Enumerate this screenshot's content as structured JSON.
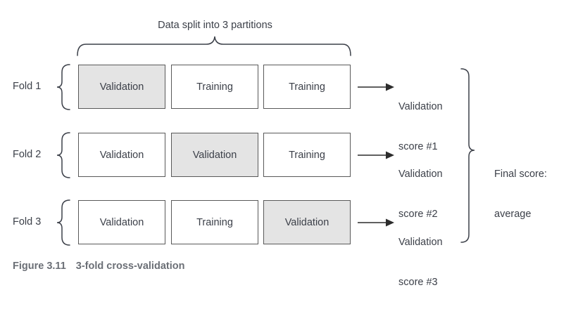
{
  "figure": {
    "top_bracket_label": "Data split into 3 partitions",
    "final_label_line1": "Final score:",
    "final_label_line2": "average",
    "caption_number": "Figure 3.11",
    "caption_text": "3-fold cross-validation",
    "colors": {
      "shaded_fill": "#e4e4e4",
      "box_stroke": "#595959",
      "text": "#3c4049",
      "caption": "#6b6f76",
      "background": "#ffffff"
    },
    "columns": 3,
    "rows": [
      {
        "fold_label": "Fold 1",
        "cells": [
          {
            "label": "Validation",
            "shaded": true
          },
          {
            "label": "Training",
            "shaded": false
          },
          {
            "label": "Training",
            "shaded": false
          }
        ],
        "score_line1": "Validation",
        "score_line2": "score #1"
      },
      {
        "fold_label": "Fold 2",
        "cells": [
          {
            "label": "Validation",
            "shaded": false
          },
          {
            "label": "Validation",
            "shaded": true
          },
          {
            "label": "Training",
            "shaded": false
          }
        ],
        "score_line1": "Validation",
        "score_line2": "score #2"
      },
      {
        "fold_label": "Fold 3",
        "cells": [
          {
            "label": "Validation",
            "shaded": false
          },
          {
            "label": "Training",
            "shaded": false
          },
          {
            "label": "Validation",
            "shaded": true
          }
        ],
        "score_line1": "Validation",
        "score_line2": "score #3"
      }
    ]
  }
}
